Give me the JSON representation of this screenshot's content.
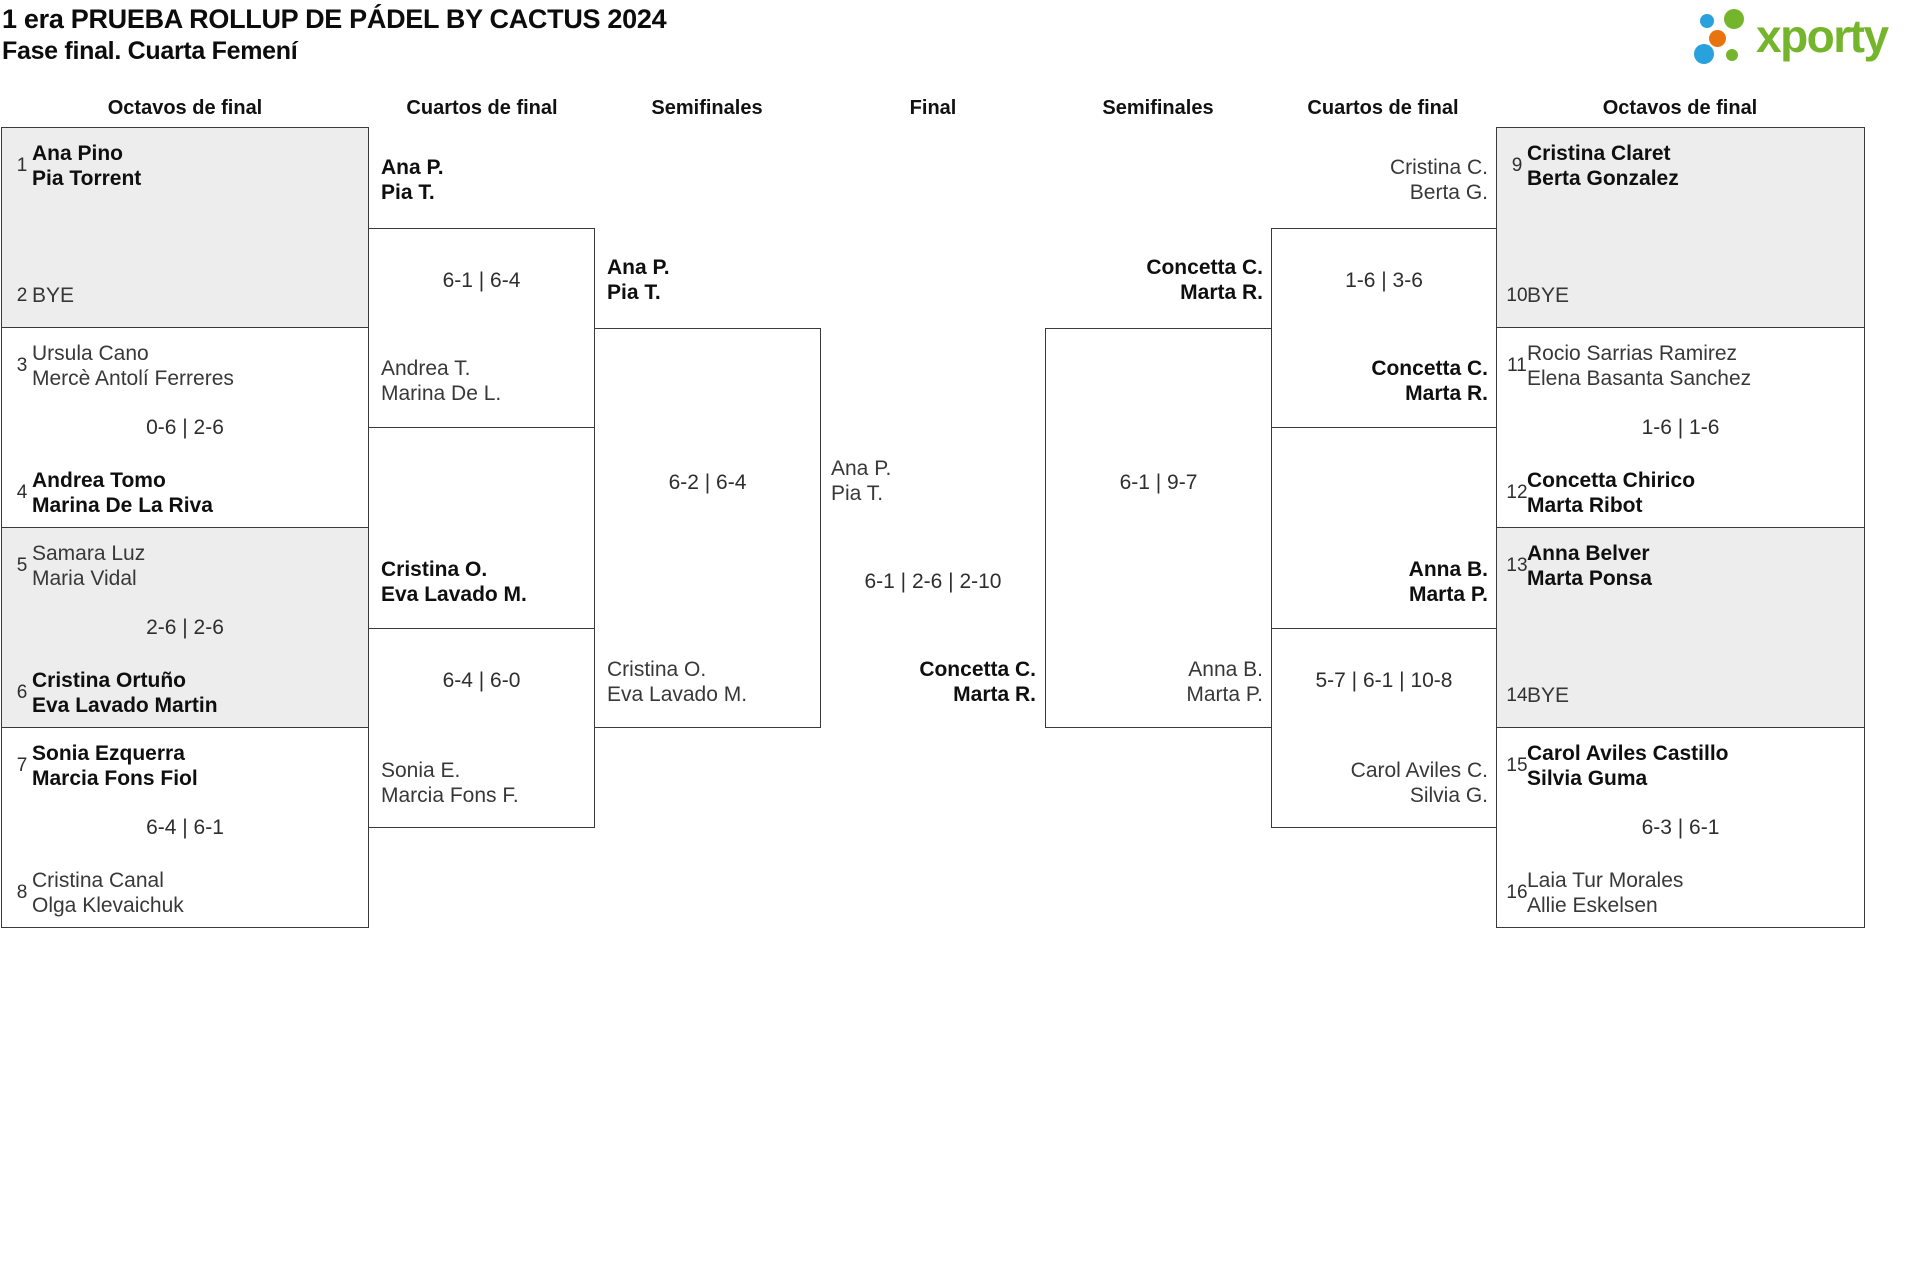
{
  "header": {
    "title": "1 era PRUEBA ROLLUP DE PÁDEL BY CACTUS 2024",
    "subtitle": "Fase final. Cuarta Femení"
  },
  "logo": {
    "brand": "xporty",
    "green": "#74b52c",
    "blue": "#29a1dc",
    "orange": "#e8740e"
  },
  "colors": {
    "shaded_box": "#ededed",
    "border": "#3a3a3a"
  },
  "round_headers": [
    "Octavos de final",
    "Cuartos de final",
    "Semifinales",
    "Final",
    "Semifinales",
    "Cuartos de final",
    "Octavos de final"
  ],
  "seed_matches": [
    {
      "side": "left",
      "slot": 0,
      "shaded": true,
      "top": {
        "seed": "1",
        "lines": [
          "Ana Pino",
          "Pia Torrent"
        ],
        "winner": true
      },
      "score": "",
      "bottom": {
        "seed": "2",
        "lines": [
          "BYE"
        ],
        "winner": false
      }
    },
    {
      "side": "left",
      "slot": 1,
      "shaded": false,
      "top": {
        "seed": "3",
        "lines": [
          "Ursula Cano",
          "Mercè Antolí Ferreres"
        ],
        "winner": false
      },
      "score": "0-6 | 2-6",
      "bottom": {
        "seed": "4",
        "lines": [
          "Andrea Tomo",
          "Marina De La Riva"
        ],
        "winner": true
      }
    },
    {
      "side": "left",
      "slot": 2,
      "shaded": true,
      "top": {
        "seed": "5",
        "lines": [
          "Samara Luz",
          "Maria Vidal"
        ],
        "winner": false
      },
      "score": "2-6 | 2-6",
      "bottom": {
        "seed": "6",
        "lines": [
          "Cristina Ortuño",
          "Eva Lavado Martin"
        ],
        "winner": true
      }
    },
    {
      "side": "left",
      "slot": 3,
      "shaded": false,
      "top": {
        "seed": "7",
        "lines": [
          "Sonia Ezquerra",
          "Marcia Fons Fiol"
        ],
        "winner": true
      },
      "score": "6-4 | 6-1",
      "bottom": {
        "seed": "8",
        "lines": [
          "Cristina Canal",
          "Olga Klevaichuk"
        ],
        "winner": false
      }
    },
    {
      "side": "right",
      "slot": 0,
      "shaded": true,
      "top": {
        "seed": "9",
        "lines": [
          "Cristina Claret",
          "Berta Gonzalez"
        ],
        "winner": true
      },
      "score": "",
      "bottom": {
        "seed": "10",
        "lines": [
          "BYE"
        ],
        "winner": false
      }
    },
    {
      "side": "right",
      "slot": 1,
      "shaded": false,
      "top": {
        "seed": "11",
        "lines": [
          "Rocio Sarrias Ramirez",
          "Elena Basanta Sanchez"
        ],
        "winner": false
      },
      "score": "1-6 | 1-6",
      "bottom": {
        "seed": "12",
        "lines": [
          "Concetta Chirico",
          "Marta Ribot"
        ],
        "winner": true
      }
    },
    {
      "side": "right",
      "slot": 2,
      "shaded": true,
      "top": {
        "seed": "13",
        "lines": [
          "Anna Belver",
          "Marta Ponsa"
        ],
        "winner": true
      },
      "score": "",
      "bottom": {
        "seed": "14",
        "lines": [
          "BYE"
        ],
        "winner": false
      }
    },
    {
      "side": "right",
      "slot": 3,
      "shaded": false,
      "top": {
        "seed": "15",
        "lines": [
          "Carol Aviles Castillo",
          "Silvia Guma"
        ],
        "winner": true
      },
      "score": "6-3 | 6-1",
      "bottom": {
        "seed": "16",
        "lines": [
          "Laia Tur Morales",
          "Allie Eskelsen"
        ],
        "winner": false
      }
    }
  ],
  "quarterfinals": [
    {
      "side": "left",
      "slot": 0,
      "top": {
        "lines": [
          "Ana P.",
          "Pia T."
        ],
        "winner": true
      },
      "score": "6-1 | 6-4",
      "bottom": {
        "lines": [
          "Andrea T.",
          "Marina De L."
        ],
        "winner": false
      }
    },
    {
      "side": "left",
      "slot": 1,
      "top": {
        "lines": [
          "Cristina O.",
          "Eva Lavado M."
        ],
        "winner": true
      },
      "score": "6-4 | 6-0",
      "bottom": {
        "lines": [
          "Sonia E.",
          "Marcia Fons F."
        ],
        "winner": false
      }
    },
    {
      "side": "right",
      "slot": 0,
      "top": {
        "lines": [
          "Cristina C.",
          "Berta G."
        ],
        "winner": false
      },
      "score": "1-6 | 3-6",
      "bottom": {
        "lines": [
          "Concetta C.",
          "Marta R."
        ],
        "winner": true
      }
    },
    {
      "side": "right",
      "slot": 1,
      "top": {
        "lines": [
          "Anna B.",
          "Marta P."
        ],
        "winner": true
      },
      "score": "5-7 | 6-1 | 10-8",
      "bottom": {
        "lines": [
          "Carol Aviles C.",
          "Silvia G."
        ],
        "winner": false
      }
    }
  ],
  "semifinals": [
    {
      "side": "left",
      "top": {
        "lines": [
          "Ana P.",
          "Pia T."
        ],
        "winner": true
      },
      "score": "6-2 | 6-4",
      "bottom": {
        "lines": [
          "Cristina O.",
          "Eva Lavado M."
        ],
        "winner": false
      }
    },
    {
      "side": "right",
      "top": {
        "lines": [
          "Concetta C.",
          "Marta R."
        ],
        "winner": true
      },
      "score": "6-1 | 9-7",
      "bottom": {
        "lines": [
          "Anna B.",
          "Marta P."
        ],
        "winner": false
      }
    }
  ],
  "final_match": {
    "top": {
      "lines": [
        "Ana P.",
        "Pia T."
      ],
      "winner": false
    },
    "score": "6-1 | 2-6 | 2-10",
    "bottom": {
      "lines": [
        "Concetta C.",
        "Marta R."
      ],
      "winner": true
    }
  }
}
